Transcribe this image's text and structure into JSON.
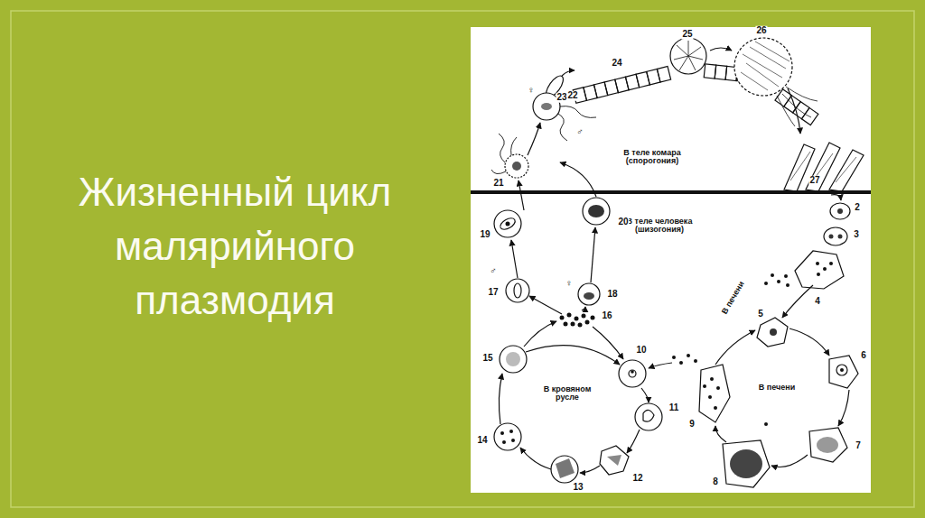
{
  "diagram": {
    "title": "Жизненный цикл малярийного плазмодия",
    "labels": [
      "25",
      "26",
      "24",
      "23",
      "♀",
      "22",
      "♂",
      "В теле комара (спорогония)",
      "21",
      "27",
      "В теле человека (шизогония)",
      "19",
      "20",
      "2",
      "3",
      "♂",
      "17",
      "♀",
      "18",
      "16",
      "4",
      "В печени",
      "5",
      "10",
      "6",
      "15",
      "В кровяном русле",
      "11",
      "В печени",
      "9",
      "14",
      "7",
      "12",
      "13",
      "8"
    ]
  }
}
